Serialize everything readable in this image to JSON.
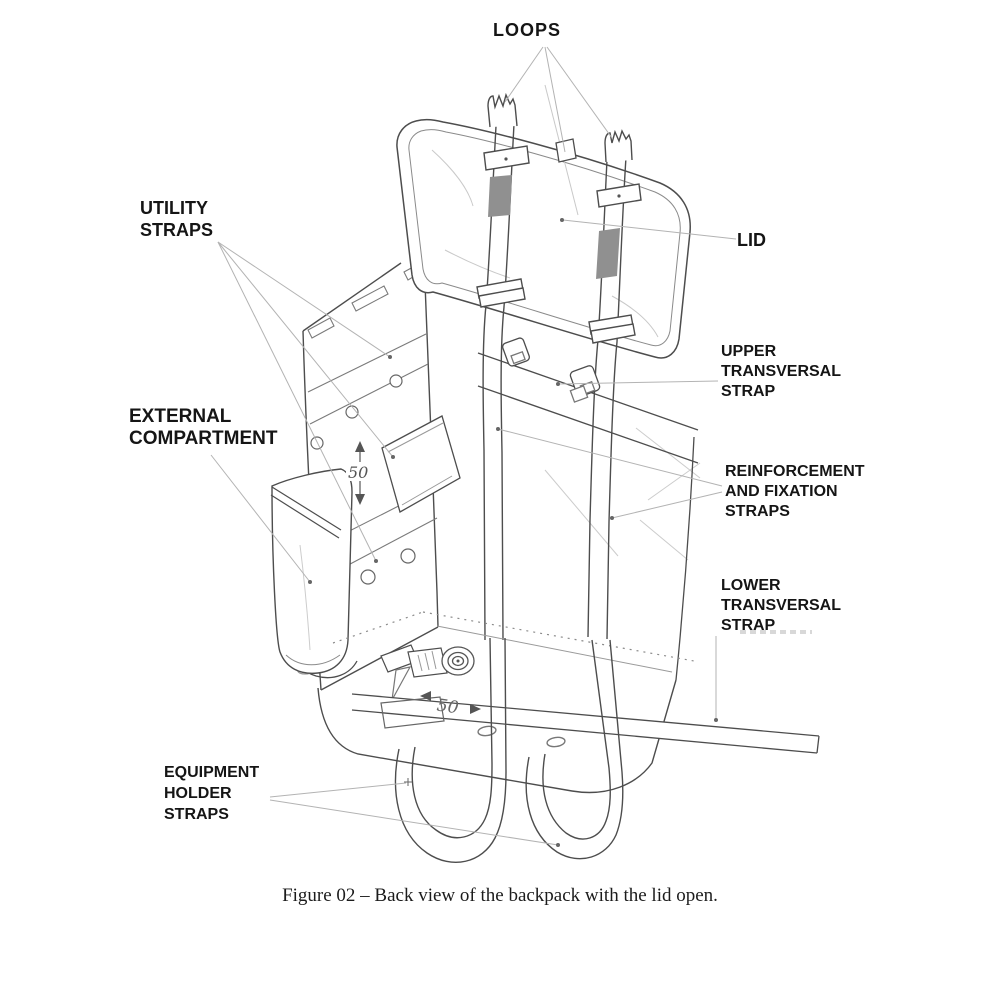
{
  "page": {
    "background": "#ffffff"
  },
  "labels": {
    "loops": "LOOPS",
    "utility_straps": "UTILITY\nSTRAPS",
    "lid": "LID",
    "upper_transversal_strap": "UPPER\nTRANSVERSAL\nSTRAP",
    "external_compartment": "EXTERNAL\nCOMPARTMENT",
    "reinforcement_and_fixation_straps": "REINFORCEMENT\nAND FIXATION\nSTRAPS",
    "lower_transversal_strap": "LOWER\nTRANSVERSAL\nSTRAP",
    "equipment_holder_straps": "EQUIPMENT\nHOLDER\nSTRAPS"
  },
  "dimensions": {
    "pocket_height": "50",
    "bottom_width": "50"
  },
  "caption": "Figure 02 – Back view of the backpack with the lid open.",
  "colors": {
    "line_main": "#4d4d4d",
    "line_light": "#8a8a8a",
    "leader": "#b3b3b3",
    "strap_shade": "#909090",
    "label_text": "#151515"
  }
}
